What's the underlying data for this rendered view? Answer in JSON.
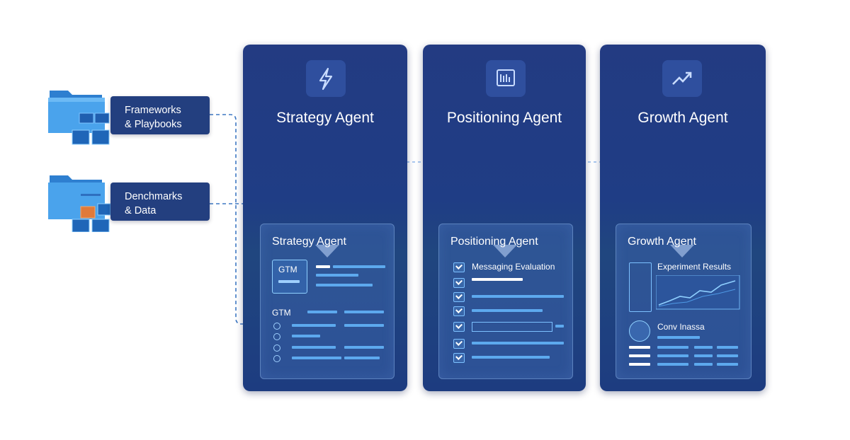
{
  "sources": [
    {
      "line1": "Frameworks",
      "line2": "& Playbooks"
    },
    {
      "line1": "Denchmarks",
      "line2": "& Data"
    }
  ],
  "agents": [
    {
      "title": "Strategy Agent",
      "icon": "lightning-icon",
      "panel_title": "Strategy Agent",
      "gtm_label_1": "GTM",
      "gtm_label_2": "GTM"
    },
    {
      "title": "Positioning Agent",
      "icon": "chart-board-icon",
      "panel_title": "Positioning Agent",
      "section_title": "Messaging Evaluation"
    },
    {
      "title": "Growth Agent",
      "icon": "trend-up-icon",
      "panel_title": "Growth Agent",
      "section_title": "Experiment Results",
      "subsection_title": "Conv Inassa"
    }
  ],
  "colors": {
    "panel": "#1f3d85",
    "accent": "#5da9ee",
    "connector": "#3f79c4"
  }
}
